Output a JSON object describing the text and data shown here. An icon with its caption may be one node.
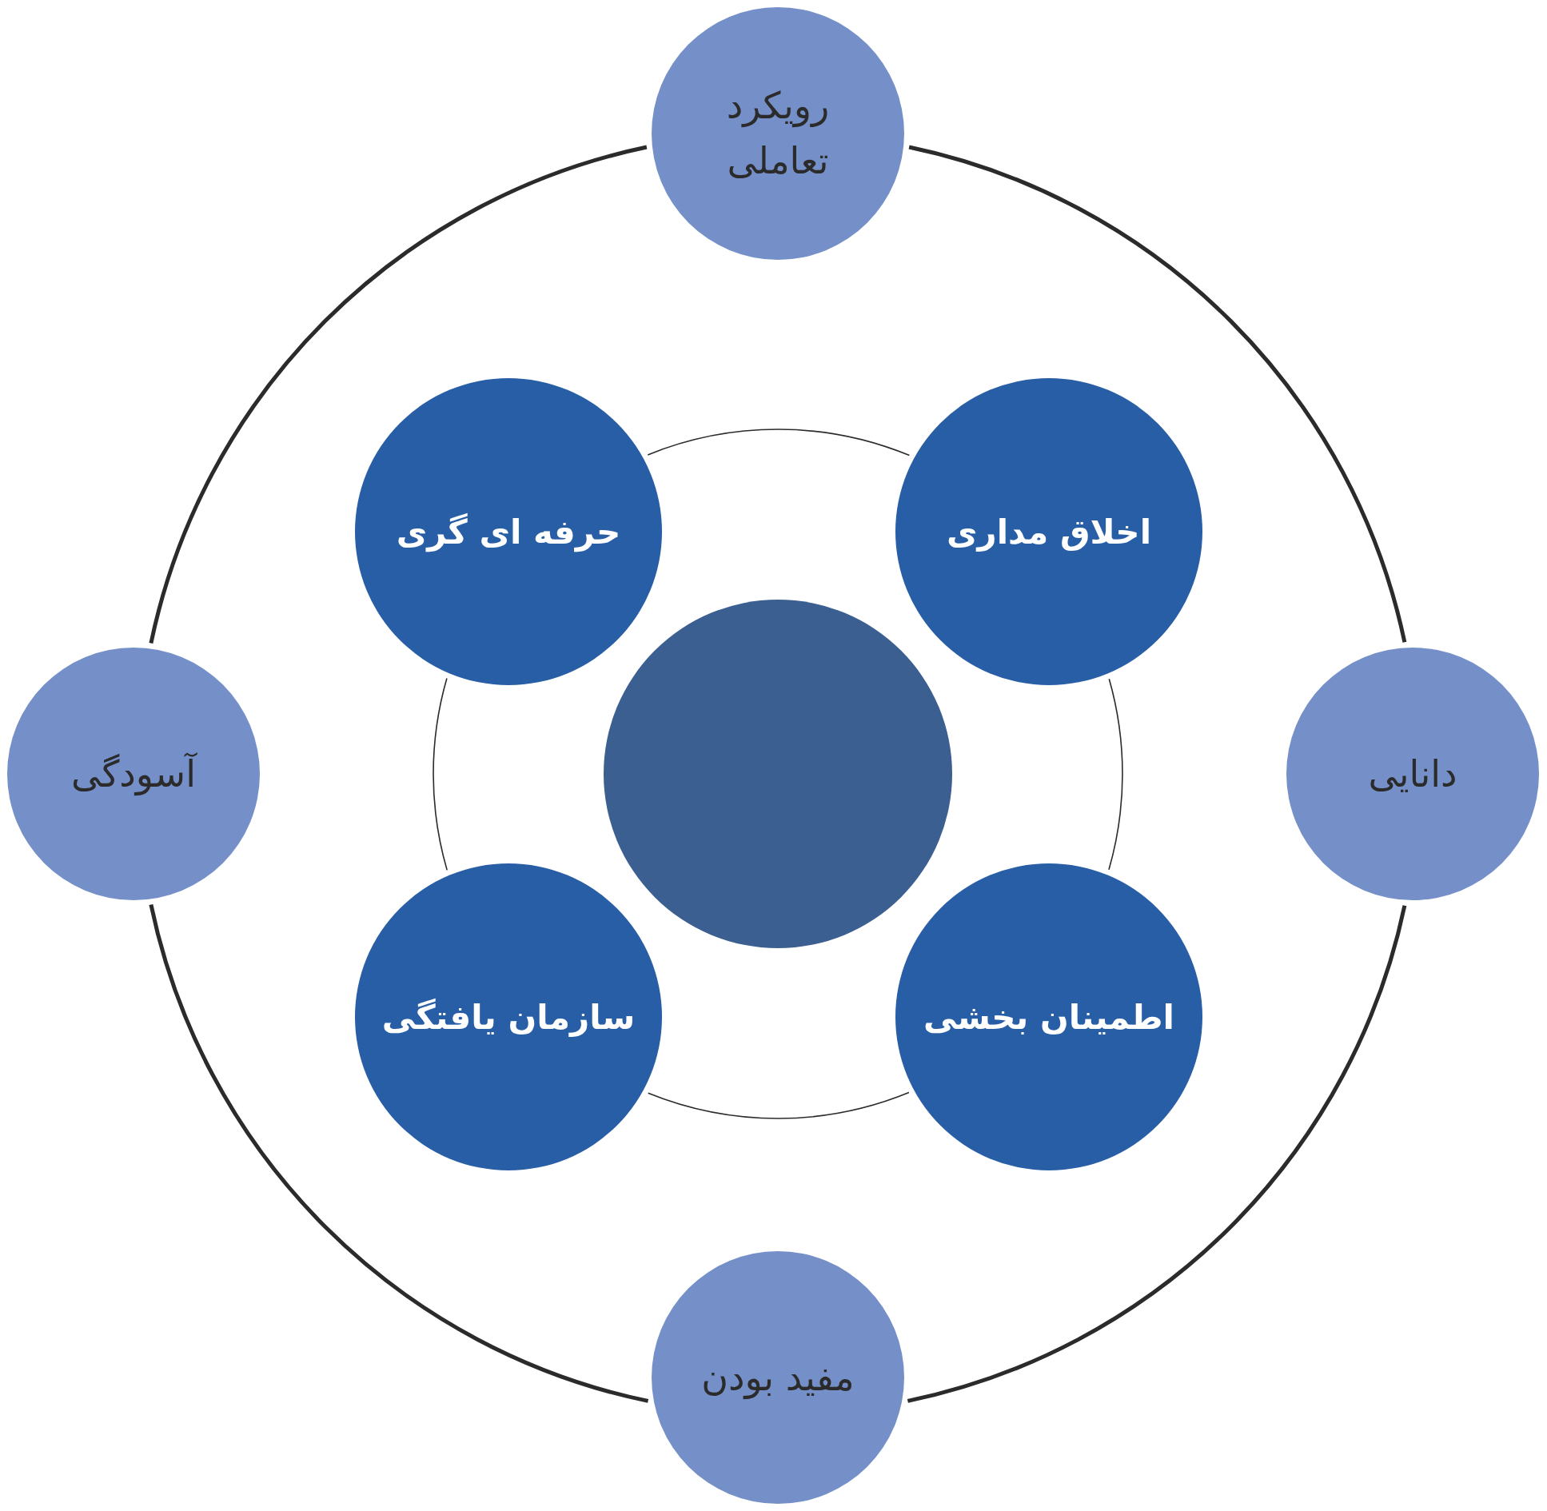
{
  "diagram": {
    "nodes": [
      {
        "text": [
          "رویکرد تعاملی"
        ]
      },
      {
        "text": [
          "حرفه ای گری"
        ]
      },
      {
        "text": [
          "اخلاق مداری"
        ]
      },
      {
        "text": [
          "آسودگی"
        ]
      },
      {
        "text": [],
        "shape": "circle"
      },
      {
        "text": [
          "دانایی"
        ]
      },
      {
        "text": [
          "سازمان یافتگی"
        ]
      },
      {
        "text": [
          "اطمینان بخشی"
        ]
      },
      {
        "text": [
          "مفید بودن"
        ]
      }
    ],
    "edges": [
      {
        "from": 0,
        "to": 5,
        "arrow": "none",
        "style": "thick"
      },
      {
        "from": 5,
        "to": 8,
        "arrow": "none",
        "style": "thick"
      },
      {
        "from": 8,
        "to": 3,
        "arrow": "none",
        "style": "thick"
      },
      {
        "from": 3,
        "to": 0,
        "arrow": "none",
        "style": "thick"
      },
      {
        "from": 1,
        "to": 2,
        "arrow": "none"
      },
      {
        "from": 2,
        "to": 7,
        "arrow": "none"
      },
      {
        "from": 7,
        "to": 6,
        "arrow": "none"
      },
      {
        "from": 6,
        "to": 1,
        "arrow": "none"
      }
    ]
  }
}
